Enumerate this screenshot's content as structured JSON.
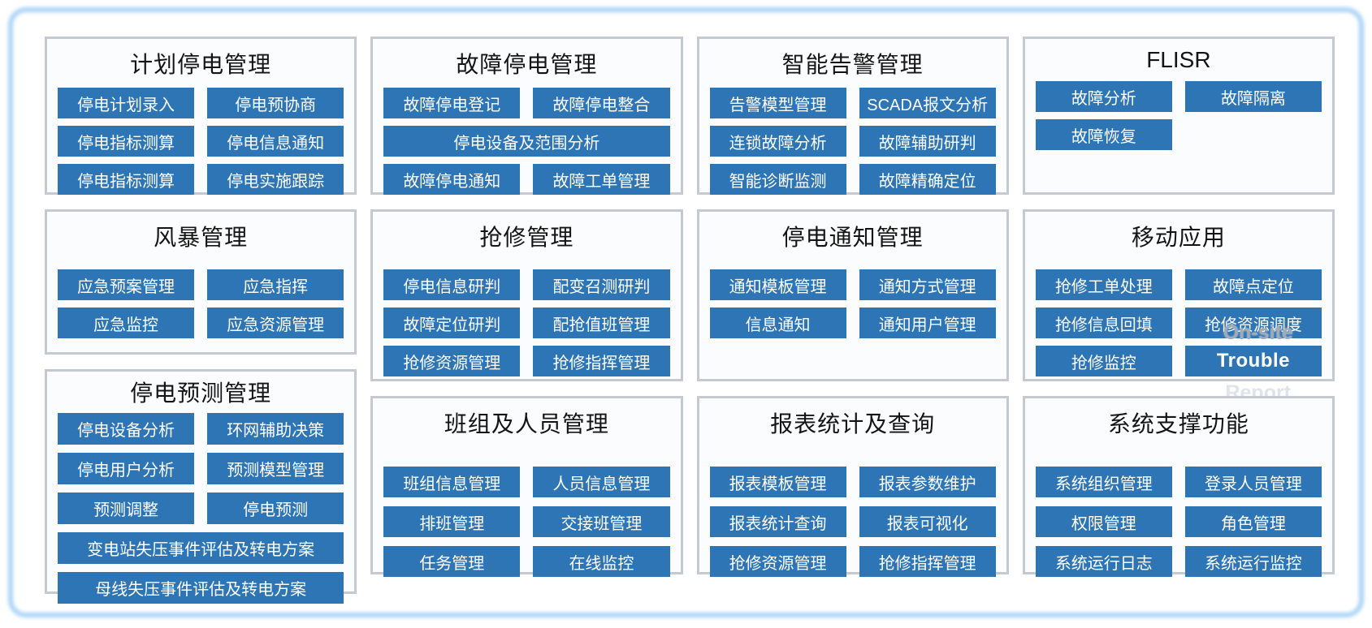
{
  "colors": {
    "button_blue": "#2e75b6",
    "button_text": "#ffffff",
    "panel_background": "#fbfcfd",
    "panel_border": "#c5cad2",
    "frame_blue": "#a9d3f7",
    "title_text": "#141414",
    "overlay_gray": "#a2aab3",
    "overlay_light": "#dfe4e9"
  },
  "columns": [
    {
      "panels": [
        {
          "id": "planned-outage-management",
          "title": "计划停电管理",
          "buttons": [
            {
              "label": "停电计划录入"
            },
            {
              "label": "停电预协商"
            },
            {
              "label": "停电指标测算"
            },
            {
              "label": "停电信息通知"
            },
            {
              "label": "停电指标测算"
            },
            {
              "label": "停电实施跟踪"
            }
          ]
        },
        {
          "id": "storm-management",
          "title": "风暴管理",
          "buttons": [
            {
              "label": "应急预案管理"
            },
            {
              "label": "应急指挥"
            },
            {
              "label": "应急监控"
            },
            {
              "label": "应急资源管理"
            }
          ]
        },
        {
          "id": "outage-forecast-management",
          "title": "停电预测管理",
          "buttons": [
            {
              "label": "停电设备分析"
            },
            {
              "label": "环网辅助决策"
            },
            {
              "label": "停电用户分析"
            },
            {
              "label": "预测模型管理"
            },
            {
              "label": "预测调整"
            },
            {
              "label": "停电预测"
            },
            {
              "label": "变电站失压事件评估及转电方案",
              "wide": true
            },
            {
              "label": "母线失压事件评估及转电方案",
              "wide": true
            }
          ]
        }
      ]
    },
    {
      "panels": [
        {
          "id": "fault-outage-management",
          "title": "故障停电管理",
          "buttons": [
            {
              "label": "故障停电登记"
            },
            {
              "label": "故障停电整合"
            },
            {
              "label": "停电设备及范围分析",
              "wide": true
            },
            {
              "label": "故障停电通知"
            },
            {
              "label": "故障工单管理"
            }
          ]
        },
        {
          "id": "repair-management",
          "title": "抢修管理",
          "buttons": [
            {
              "label": "停电信息研判"
            },
            {
              "label": "配变召测研判"
            },
            {
              "label": "故障定位研判"
            },
            {
              "label": "配抢值班管理"
            },
            {
              "label": "抢修资源管理"
            },
            {
              "label": "抢修指挥管理"
            }
          ]
        },
        {
          "id": "team-and-personnel-management",
          "title": "班组及人员管理",
          "buttons": [
            {
              "label": "班组信息管理"
            },
            {
              "label": "人员信息管理"
            },
            {
              "label": "排班管理"
            },
            {
              "label": "交接班管理"
            },
            {
              "label": "任务管理"
            },
            {
              "label": "在线监控"
            }
          ]
        }
      ]
    },
    {
      "panels": [
        {
          "id": "smart-alarm-management",
          "title": "智能告警管理",
          "buttons": [
            {
              "label": "告警模型管理"
            },
            {
              "label": "SCADA报文分析"
            },
            {
              "label": "连锁故障分析"
            },
            {
              "label": "故障辅助研判"
            },
            {
              "label": "智能诊断监测"
            },
            {
              "label": "故障精确定位"
            }
          ]
        },
        {
          "id": "outage-notification-management",
          "title": "停电通知管理",
          "buttons": [
            {
              "label": "通知模板管理"
            },
            {
              "label": "通知方式管理"
            },
            {
              "label": "信息通知"
            },
            {
              "label": "通知用户管理"
            }
          ]
        },
        {
          "id": "report-statistics-and-query",
          "title": "报表统计及查询",
          "buttons": [
            {
              "label": "报表模板管理"
            },
            {
              "label": "报表参数维护"
            },
            {
              "label": "报表统计查询"
            },
            {
              "label": "报表可视化"
            },
            {
              "label": "抢修资源管理"
            },
            {
              "label": "抢修指挥管理"
            }
          ]
        }
      ]
    },
    {
      "panels": [
        {
          "id": "flisr",
          "title": "FLISR",
          "buttons": [
            {
              "label": "故障分析"
            },
            {
              "label": "故障隔离"
            },
            {
              "label": "故障恢复"
            }
          ]
        },
        {
          "id": "mobile-application",
          "title": "移动应用",
          "buttons": [
            {
              "label": "抢修工单处理"
            },
            {
              "label": "故障点定位"
            },
            {
              "label": "抢修信息回填"
            },
            {
              "label": "抢修资源调度"
            },
            {
              "label": "抢修监控"
            },
            {
              "label": "Trouble"
            }
          ],
          "overlays": [
            {
              "label": "On-site",
              "pos": "on-site"
            },
            {
              "label": "Report",
              "pos": "report"
            }
          ]
        },
        {
          "id": "system-support-functions",
          "title": "系统支撑功能",
          "buttons": [
            {
              "label": "系统组织管理"
            },
            {
              "label": "登录人员管理"
            },
            {
              "label": "权限管理"
            },
            {
              "label": "角色管理"
            },
            {
              "label": "系统运行日志"
            },
            {
              "label": "系统运行监控"
            }
          ]
        }
      ]
    }
  ]
}
